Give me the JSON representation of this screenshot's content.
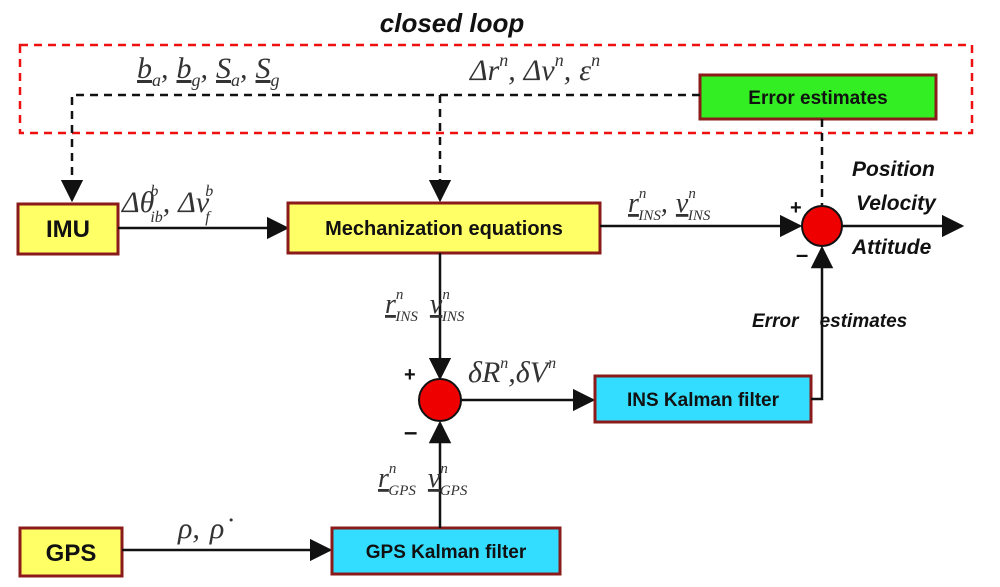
{
  "title": "closed loop",
  "boxes": {
    "imu": "IMU",
    "mechanization": "Mechanization equations",
    "error_estimates_box": "Error estimates",
    "ins_kf": "INS Kalman filter",
    "gps": "GPS",
    "gps_kf": "GPS Kalman filter"
  },
  "outputs": {
    "position": "Position",
    "velocity": "Velocity",
    "attitude": "Attitude"
  },
  "labels": {
    "error_estimates": "Error    estimates",
    "plus": "+",
    "minus": "–"
  },
  "math": {
    "feedback_left": {
      "ba": "b",
      "ba_sub": "a",
      "bg": "b",
      "bg_sub": "g",
      "sa": "S",
      "sa_sub": "a",
      "sg": "S",
      "sg_sub": "g",
      "sep": ","
    },
    "feedback_right": {
      "dr": "Δr",
      "dr_sup": "n",
      "dv": "Δv",
      "dv_sup": "n",
      "eps": "ε",
      "eps_sup": "n",
      "sep": ","
    },
    "imu_out": {
      "dtheta": "Δθ",
      "dtheta_sup": "b",
      "dtheta_sub": "ib",
      "dv": "Δv",
      "dv_sup": "b",
      "dv_sub": "f",
      "sep": ","
    },
    "ins_out": {
      "r": "r",
      "r_sup": "n",
      "r_sub": "INS",
      "v": "v",
      "v_sup": "n",
      "v_sub": "INS",
      "sep": ","
    },
    "ins_down": {
      "r": "r",
      "r_sup": "n",
      "r_sub": "INS",
      "v": "v",
      "v_sup": "n",
      "v_sub": "INS"
    },
    "gps_up": {
      "r": "r",
      "r_sup": "n",
      "r_sub": "GPS",
      "v": "v",
      "v_sup": "n",
      "v_sub": "GPS"
    },
    "delta": {
      "dR": "δR",
      "dR_sup": "n",
      "dV": "δV",
      "dV_sup": "n",
      "sep": ","
    },
    "gps_out": {
      "rho": "ρ",
      "rhodot": "ρ̇",
      "sep": ","
    }
  },
  "colors": {
    "yellow": "#ffff66",
    "green": "#33ee22",
    "cyan": "#33ddff",
    "red": "#ee0000",
    "border": "#8b1a1a",
    "dashed_red": "#ee1111"
  }
}
